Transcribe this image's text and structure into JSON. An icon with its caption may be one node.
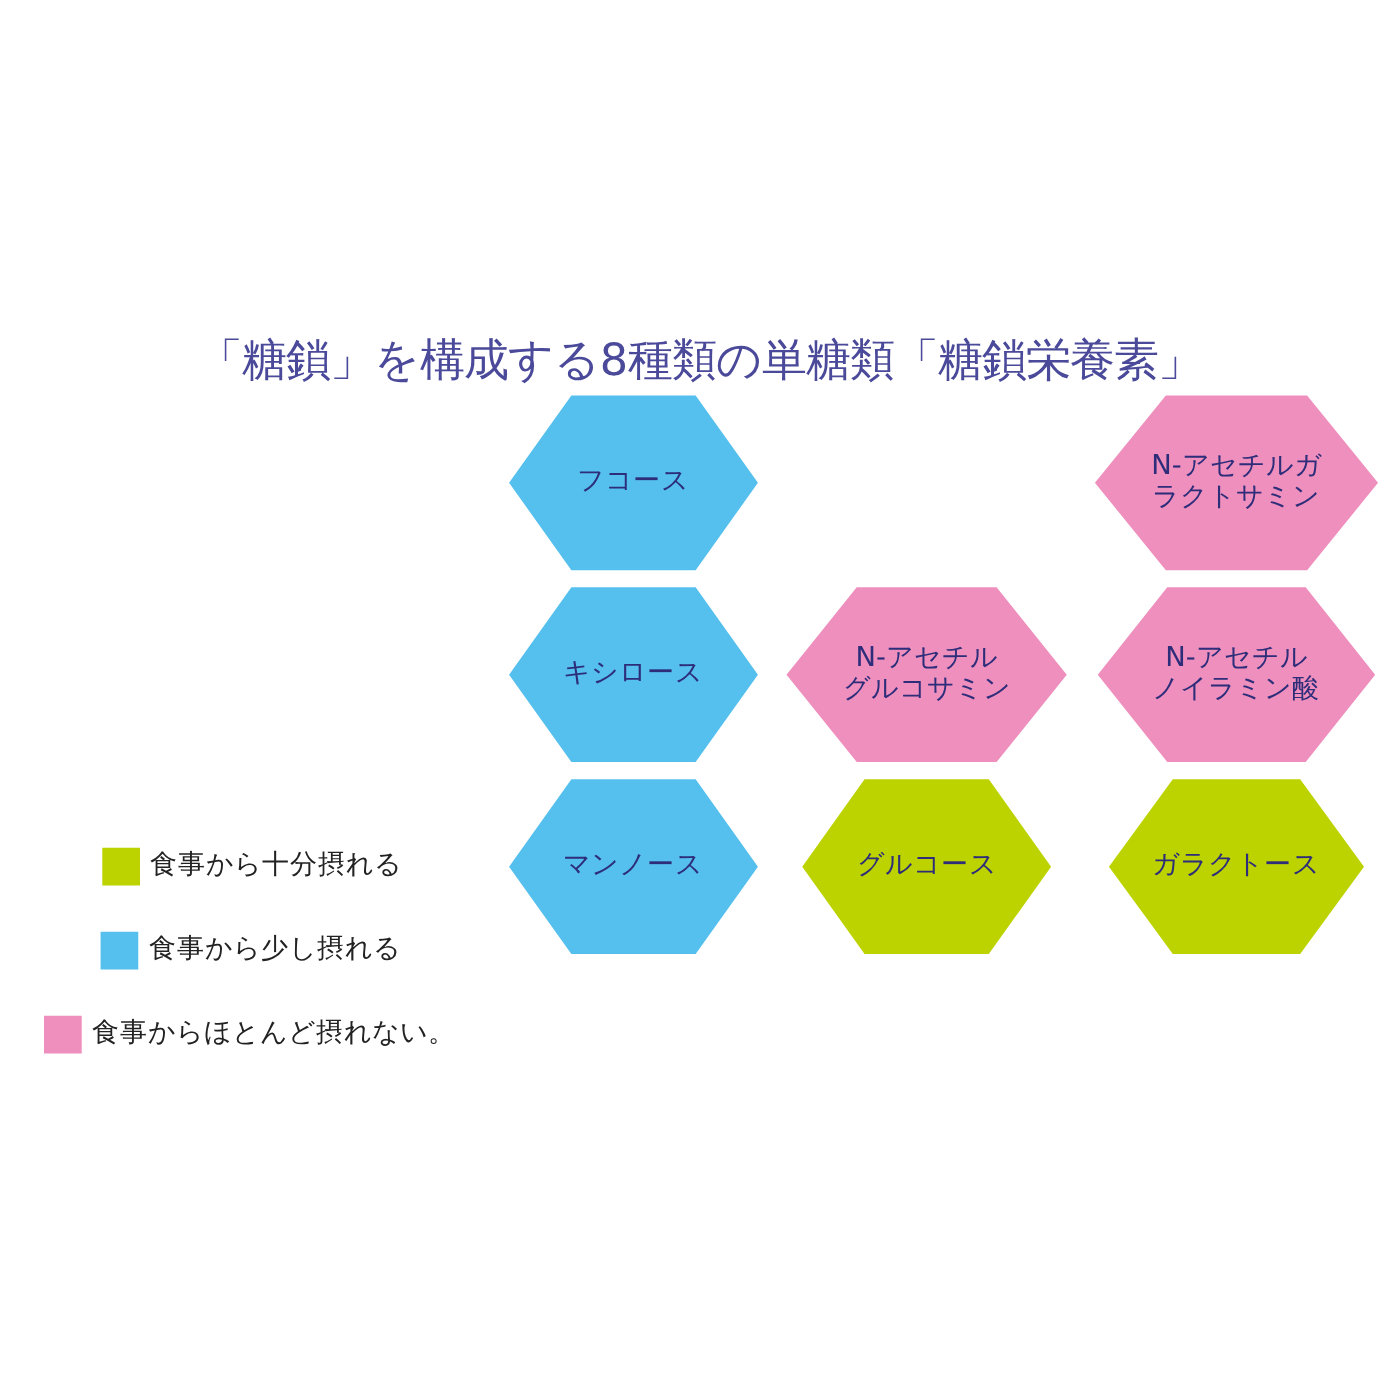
{
  "diagram": {
    "title": "「糖鎖」を構成する8種類の単糖類「糖鎖栄養素」",
    "nodes": [
      {
        "text": [
          "マンノース"
        ]
      },
      {
        "text": [
          "ガラクトース"
        ]
      },
      {
        "text": [
          "グルコース"
        ]
      },
      {
        "text": [
          "フコース"
        ]
      },
      {
        "text": [
          "N-アセチルガラクトサミン"
        ]
      },
      {
        "text": [
          "N-アセチルグルコサミン"
        ]
      },
      {
        "text": [
          "キシロース"
        ]
      },
      {
        "text": [
          "N-アセチルノイラミン酸"
        ]
      }
    ],
    "legend": [
      {
        "text": "食事から十分摂れる",
        "color": "#bcd300"
      },
      {
        "text": "食事から少し摂れる",
        "color": "#55c0ee"
      },
      {
        "text": "食事からほとんど摂れない。",
        "color": "#ee8fbd"
      }
    ]
  }
}
